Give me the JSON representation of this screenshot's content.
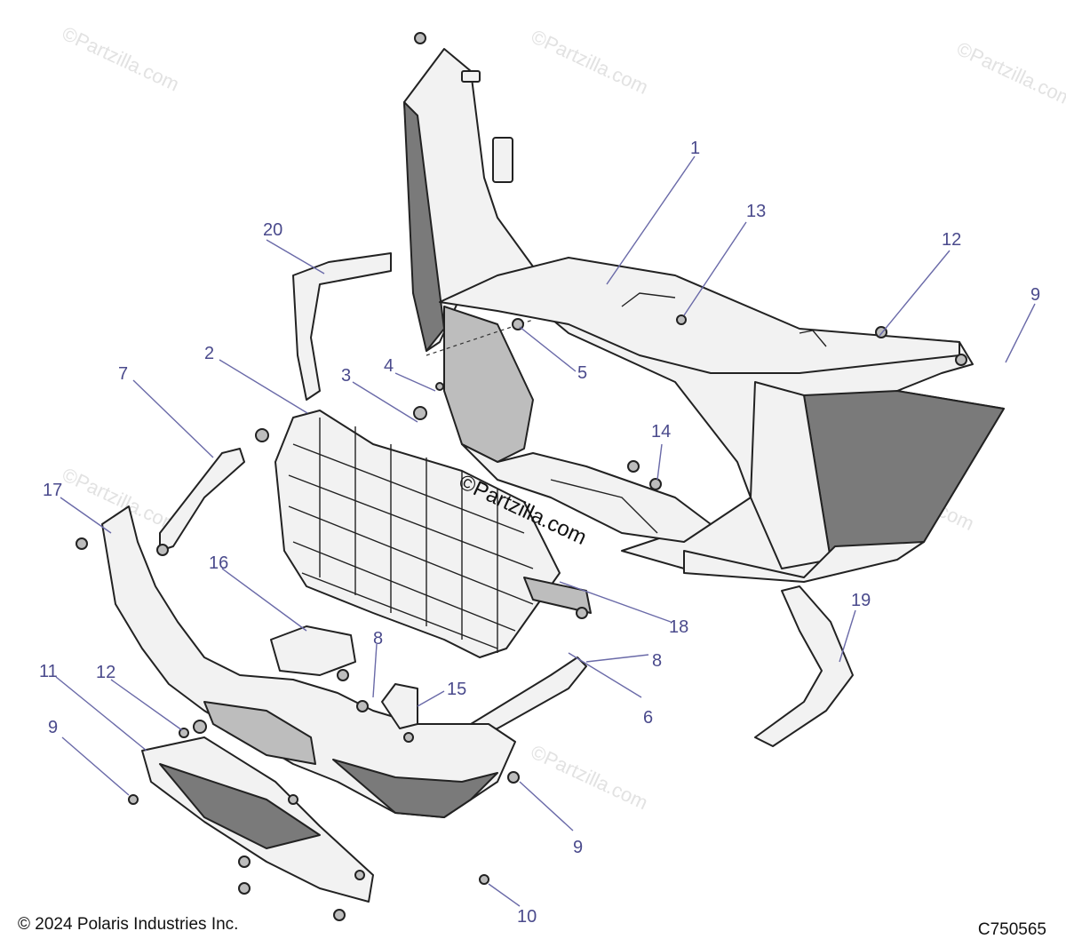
{
  "watermark": "©Partzilla.com",
  "copyright": "© 2024 Polaris Industries Inc.",
  "drawing_code": "C750565",
  "callouts": {
    "c1": "1",
    "c2": "2",
    "c3": "3",
    "c4": "4",
    "c5": "5",
    "c6": "6",
    "c7": "7",
    "c8a": "8",
    "c8b": "8",
    "c9a": "9",
    "c9b": "9",
    "c9c": "9",
    "c10": "10",
    "c11": "11",
    "c12a": "12",
    "c12b": "12",
    "c13": "13",
    "c14": "14",
    "c15": "15",
    "c16": "16",
    "c17": "17",
    "c18": "18",
    "c19": "19",
    "c20": "20"
  }
}
